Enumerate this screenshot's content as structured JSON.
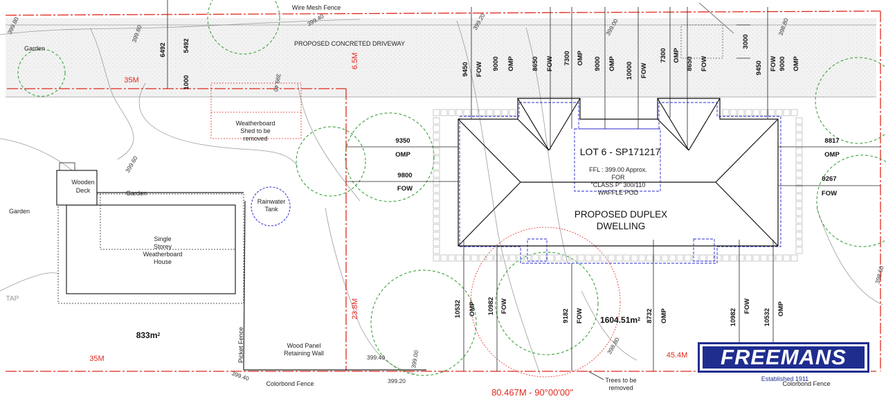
{
  "labels": {
    "wire_fence": "Wire Mesh Fence",
    "driveway": "PROPOSED CONCRETED DRIVEWAY",
    "garden": "Garden",
    "wooden_deck": [
      "Wooden",
      "Deck"
    ],
    "shed": [
      "Weatherboard",
      "Shed to be",
      "removed"
    ],
    "rain_tank": [
      "Rainwater",
      "Tank"
    ],
    "house": [
      "Single",
      "Storey",
      "Weatherboard",
      "House"
    ],
    "lot": "LOT  6 -  SP171217",
    "ffl": [
      "FFL : 399.00 Approx.",
      "FOR",
      "\"CLASS P\" 300/110",
      "WAFFLE POD"
    ],
    "dwelling": [
      "PROPOSED DUPLEX",
      "DWELLING"
    ],
    "area_left": "833m",
    "area_right": "1604.51m",
    "area_sup": "2",
    "picket": "Picket Fence",
    "wood_wall": [
      "Wood Panel",
      "Retaining Wall"
    ],
    "colorbond_left": "Colorbond Fence",
    "colorbond_right": "Colorbond Fence",
    "trees_removed": [
      "Trees to be",
      "removed"
    ],
    "tap": "TAP",
    "frontage": "80.467M - 90°00'00\""
  },
  "red_dims": {
    "m35_top": "35M",
    "m6_5": "6.5M",
    "m23_8": "23.8M",
    "m35_bottom": "35M",
    "m45_4": "45.4M"
  },
  "levels": {
    "l399_80_a": "399.80",
    "l399_60_a": "399.60",
    "l399_40_a": "399.40",
    "l399_20_a": "399.20",
    "l399_00_a": "399.00",
    "l398_80_a": "398.80",
    "l399_60_b": "399.60",
    "l399_40_b": "399.40",
    "l399_00_b": "399.00",
    "l399_40_c": "399.40",
    "l399_20_b": "399.20",
    "l399_40_d": "399.40",
    "l398_80_b": "398.80",
    "l398_60": "398.60"
  },
  "dims": {
    "d6492": "6492",
    "d5492": "5492",
    "d1000": "1000",
    "d9450a": "9450",
    "fow1": "FOW",
    "d9000a": "9000",
    "omp1": "OMP",
    "d8650a": "8650",
    "fow2": "FOW",
    "d7300a": "7300",
    "omp2": "OMP",
    "d9000b": "9000",
    "omp3": "OMP",
    "d10000": "10000",
    "fow3": "FOW",
    "d7300b": "7300",
    "omp4": "OMP",
    "d8650b": "8650",
    "fow4": "FOW",
    "d9450b": "9450",
    "fow5": "FOW",
    "d9000c": "9000",
    "omp5": "OMP",
    "d3000": "3000",
    "d9350": "9350",
    "omp_l1": "OMP",
    "d9800": "9800",
    "fow_l1": "FOW",
    "d8817": "8817",
    "omp_r1": "OMP",
    "d9267": "9267",
    "fow_r1": "FOW",
    "d10532a": "10532",
    "omp_b1": "OMP",
    "d10982a": "10982",
    "fow_b1": "FOW",
    "d9182": "9182",
    "fow_b2": "FOW",
    "d8732": "8732",
    "omp_b2": "OMP",
    "d10982b": "10982",
    "fow_b3": "FOW",
    "d10532b": "10532",
    "omp_b3": "OMP"
  },
  "logo": {
    "name": "FREEMANS",
    "established": "Established  1911"
  },
  "colors": {
    "boundary": "#e0281e",
    "trees": "#2a9a2a",
    "slab": "#2a2ad0",
    "logo": "#1f2d8f"
  }
}
